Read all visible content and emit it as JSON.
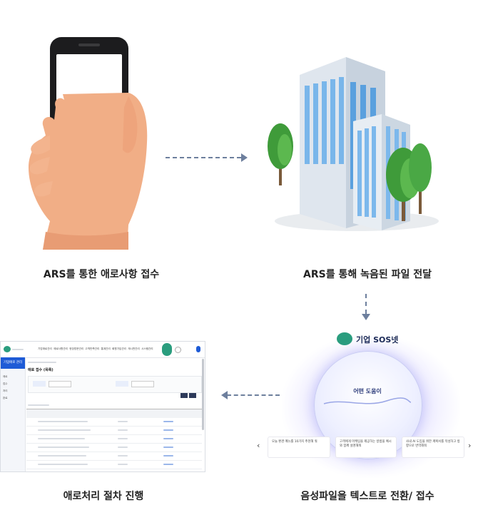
{
  "captions": {
    "step1": "ARS를 통한 애로사항 접수",
    "step2": "ARS를 통해 녹음된 파일 전달",
    "step3": "음성파일을 텍스트로 전환/ 접수",
    "step4": "애로처리 절차 진행"
  },
  "sos": {
    "title": "기업 SOS넷",
    "bubble": "어떤 도움이",
    "cards": [
      "오늘 환경 메뉴를 10가지 추천해 줘",
      "고객에게 마케팅을 제공하는 방법을 예시와 함께 설명해줘",
      "사내 AI 도입을 위한 계획서를 작성하고 방향으로 번역해줘"
    ],
    "prev": "‹",
    "next": "›"
  },
  "ui": {
    "sidebar_title": "기업애로 관리",
    "page_title": "애로 접수 (목록)",
    "nav": [
      "기업애로관리",
      "애로사항관리",
      "현장방문관리",
      "고객만족관리",
      "통계관리",
      "회원가입관리",
      "게시판관리",
      "시스템관리"
    ],
    "sidebar_items": [
      "애로",
      "접수",
      "처리",
      "완료"
    ]
  },
  "colors": {
    "arrow": "#6d7f9d",
    "accent": "#1e5bd6",
    "circle_glow": "#d6d2ff"
  }
}
